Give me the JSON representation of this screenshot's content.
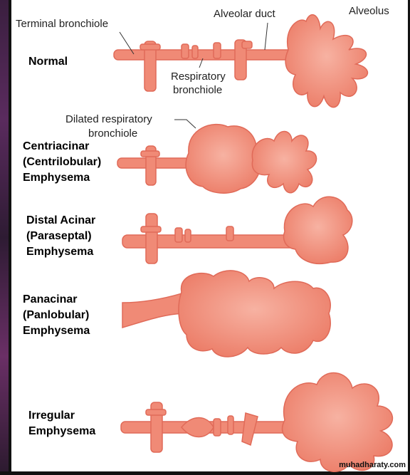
{
  "annotations": {
    "terminal_bronchiole": "Terminal bronchiole",
    "alveolar_duct": "Alveolar duct",
    "alveolus": "Alveolus",
    "respiratory_bronchiole_1": "Respiratory",
    "respiratory_bronchiole_2": "bronchiole",
    "dilated_1": "Dilated respiratory",
    "dilated_2": "bronchiole"
  },
  "rows": [
    {
      "lines": [
        "Normal"
      ]
    },
    {
      "lines": [
        "Centriacinar",
        "(Centrilobular)",
        "Emphysema"
      ]
    },
    {
      "lines": [
        "Distal Acinar",
        "(Paraseptal)",
        "Emphysema"
      ]
    },
    {
      "lines": [
        "Panacinar",
        "(Panlobular)",
        "Emphysema"
      ]
    },
    {
      "lines": [
        "Irregular",
        "Emphysema"
      ]
    }
  ],
  "watermark": "muhadharaty.com",
  "colors": {
    "airway_fill": "#f08a76",
    "airway_edge": "#e06a58",
    "frame": "#111111"
  }
}
